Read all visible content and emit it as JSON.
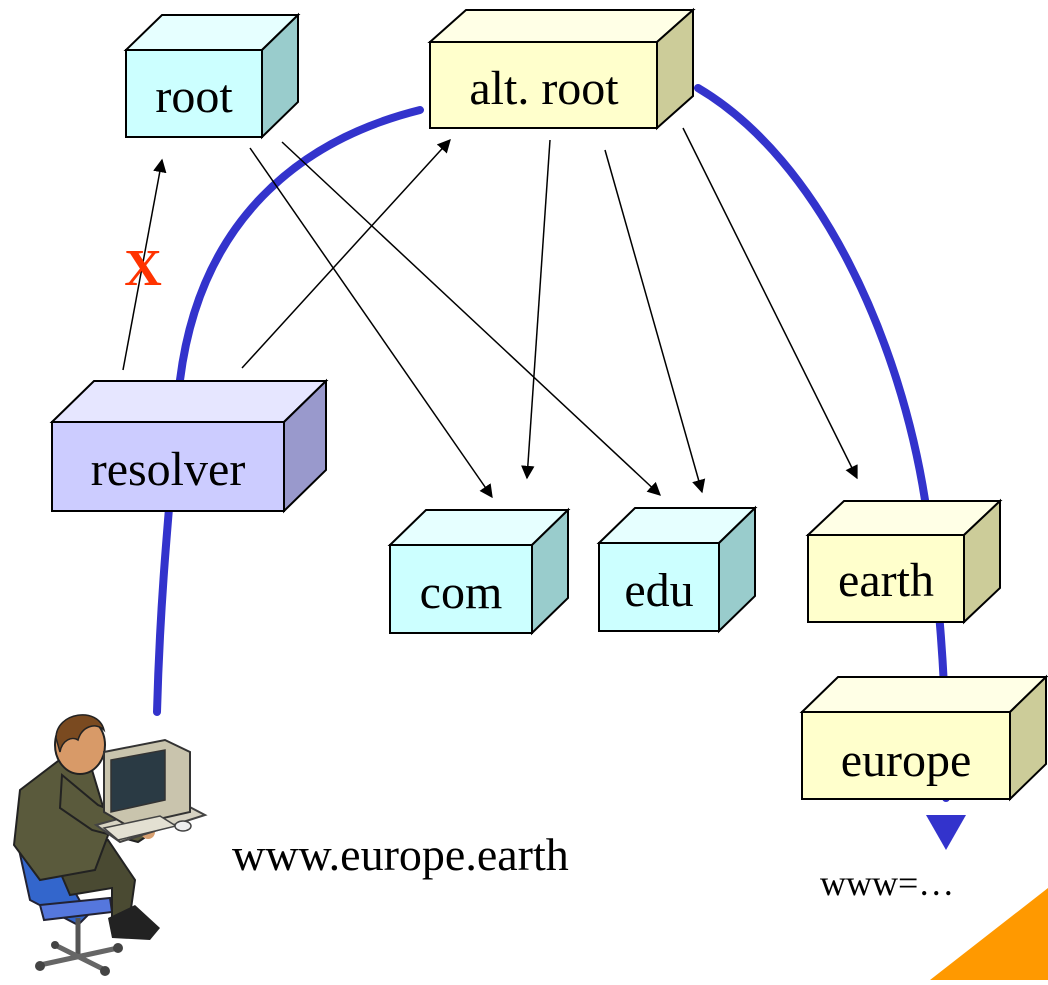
{
  "nodes": {
    "root": {
      "label": "root",
      "front": "#ccffff",
      "top": "#e6ffff",
      "side": "#99cccc"
    },
    "alt_root": {
      "label": "alt. root",
      "front": "#ffffcc",
      "top": "#ffffe6",
      "side": "#cccc99"
    },
    "resolver": {
      "label": "resolver",
      "front": "#ccccff",
      "top": "#e6e6ff",
      "side": "#9999cc"
    },
    "com": {
      "label": "com",
      "front": "#ccffff",
      "top": "#e6ffff",
      "side": "#99cccc"
    },
    "edu": {
      "label": "edu",
      "front": "#ccffff",
      "top": "#e6ffff",
      "side": "#99cccc"
    },
    "earth": {
      "label": "earth",
      "front": "#ffffcc",
      "top": "#ffffe6",
      "side": "#cccc99"
    },
    "europe": {
      "label": "europe",
      "front": "#ffffcc",
      "top": "#ffffe6",
      "side": "#cccc99"
    }
  },
  "blocked_mark": {
    "label": "X",
    "color": "#ff3300"
  },
  "query": {
    "label": "www.europe.earth"
  },
  "answer": {
    "label": "www=…"
  },
  "colors": {
    "path": "#3333cc",
    "arrow": "#000000",
    "corner_accent": "#ff9900"
  },
  "icons": {
    "user": "person-at-computer-icon"
  }
}
